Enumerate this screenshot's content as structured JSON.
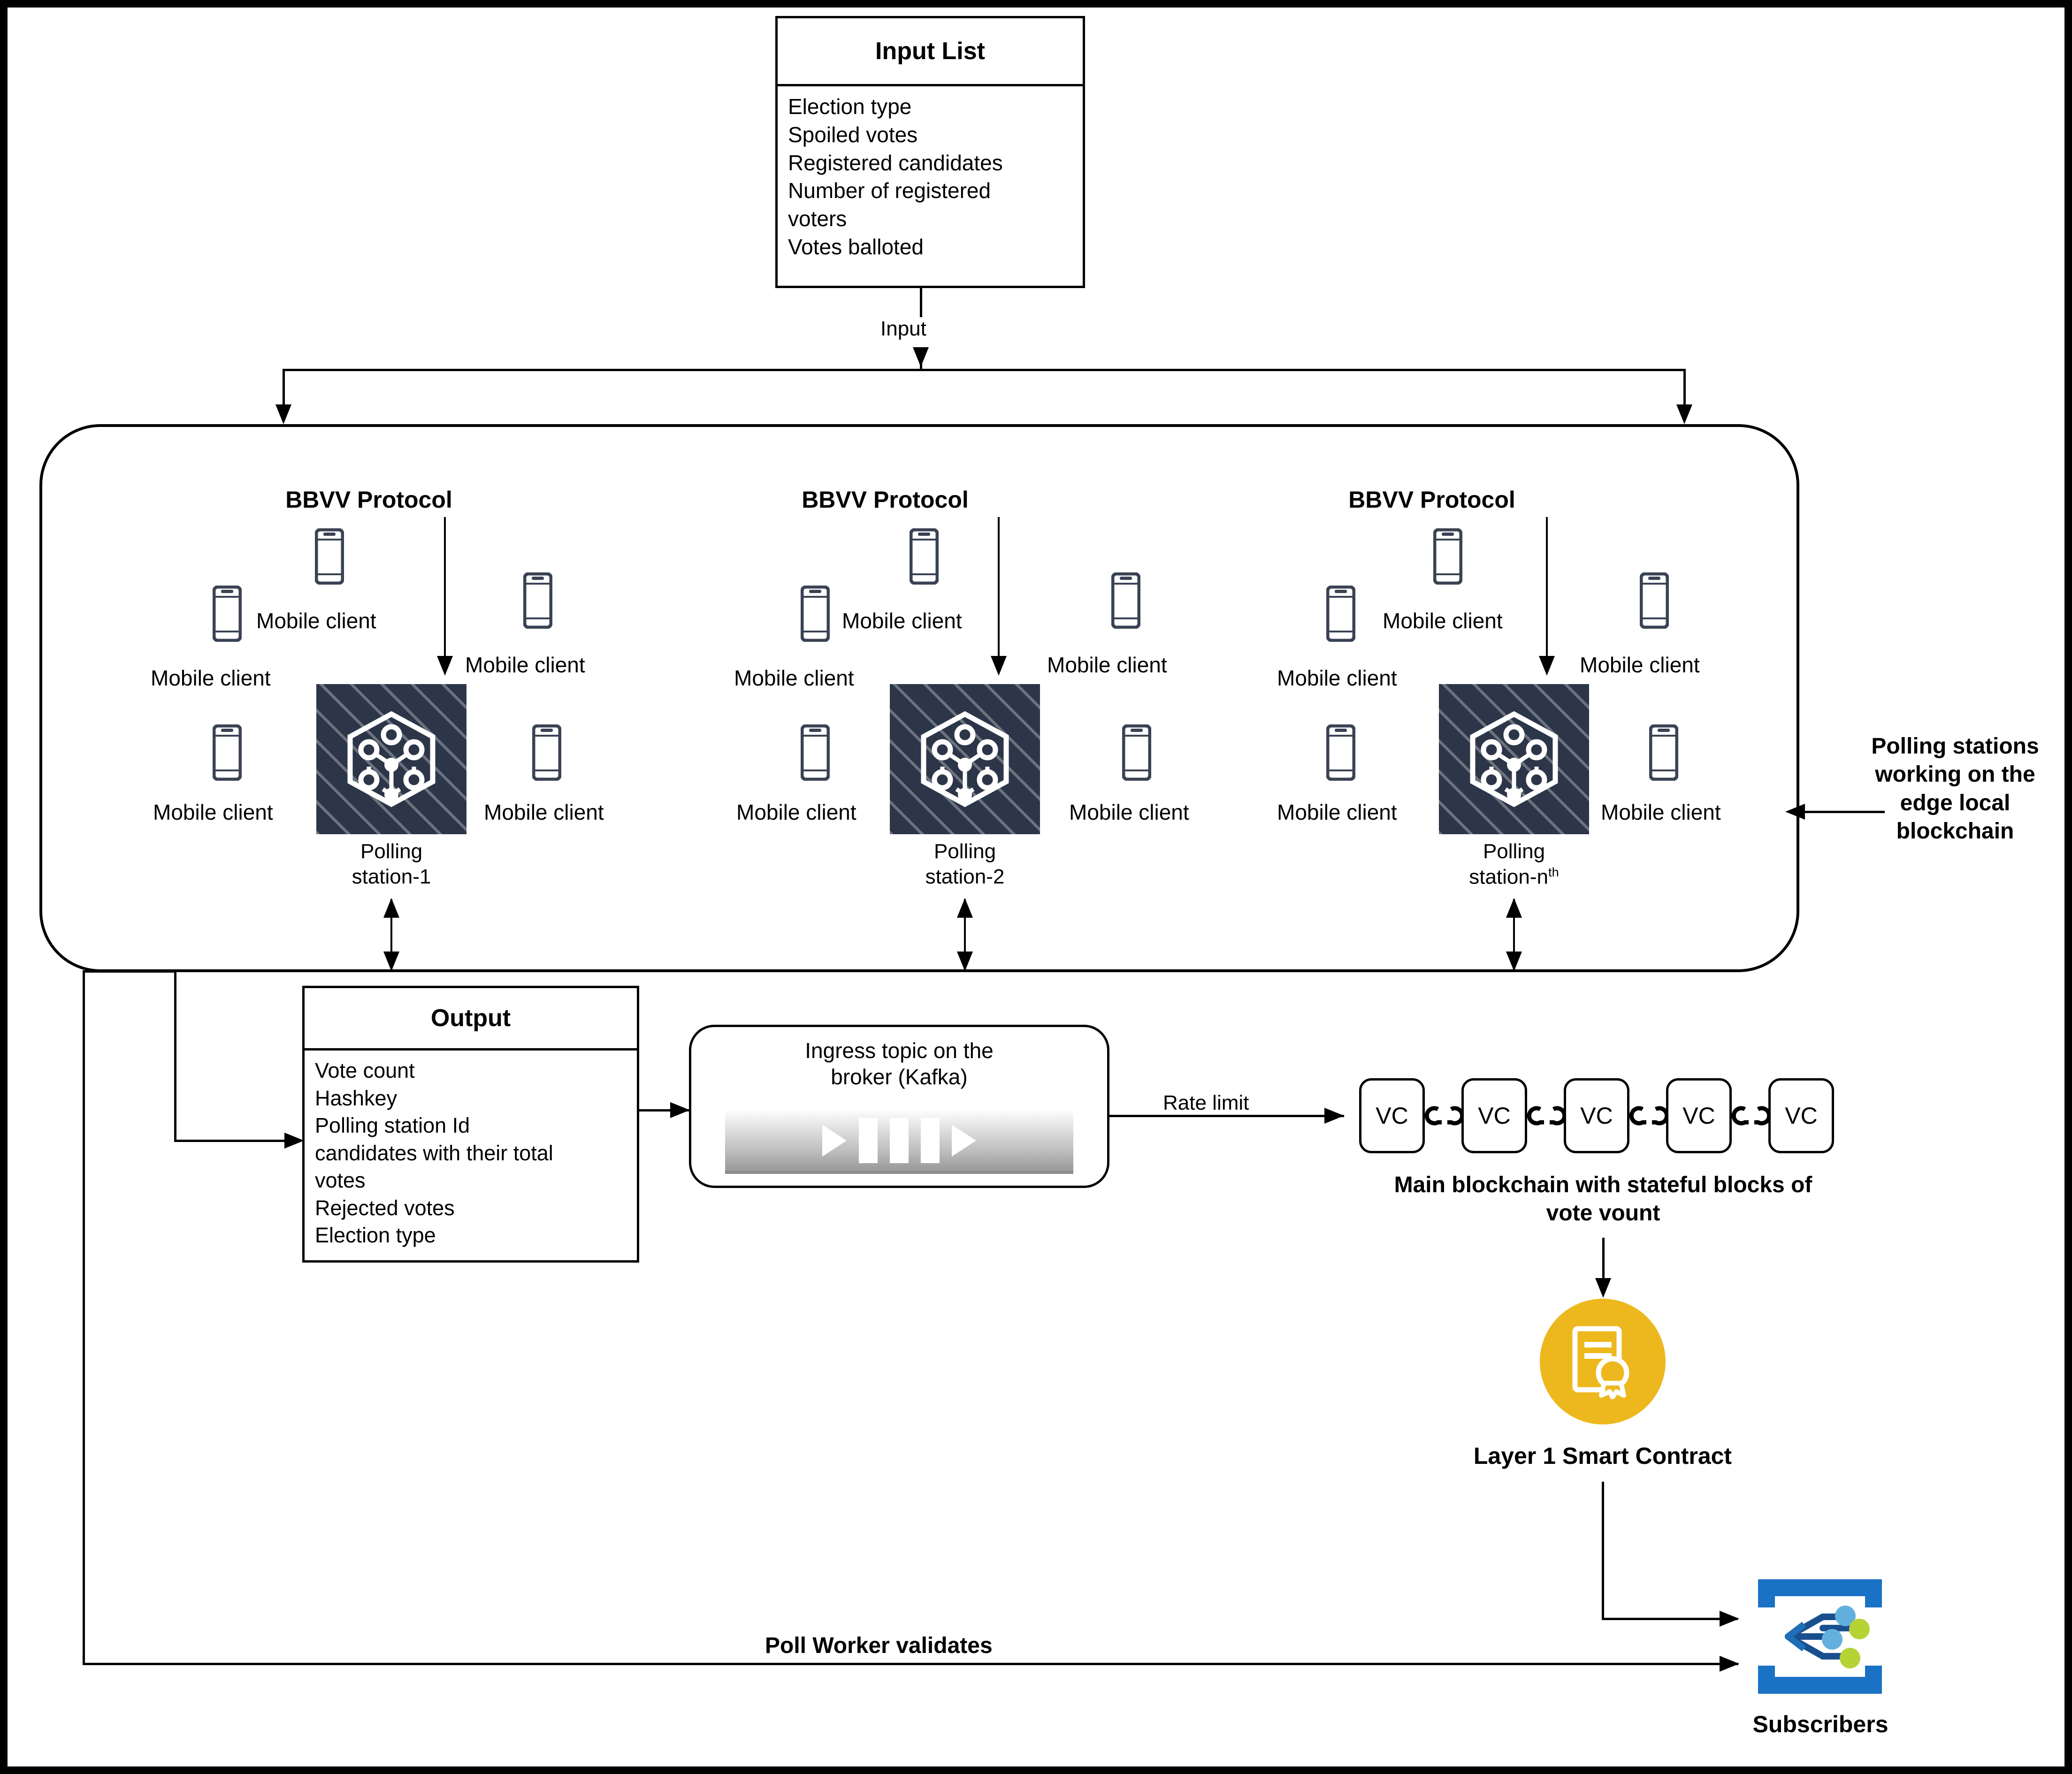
{
  "input_list": {
    "title": "Input List",
    "items": [
      "Election type",
      "Spoiled votes",
      "Registered candidates",
      "Number of registered",
      "voters",
      "Votes balloted"
    ]
  },
  "edges": {
    "input_label": "Input",
    "rate_limit_label": "Rate limit",
    "poll_worker_label": "Poll Worker validates"
  },
  "edge_container": {
    "side_note": "Polling stations working on the edge local blockchain",
    "side_note_lines": [
      "Polling stations",
      "working on the",
      "edge local",
      "blockchain"
    ]
  },
  "clusters": [
    {
      "protocol_label": "BBVV Protocol",
      "station_label_line1": "Polling",
      "station_label_line2": "station-1",
      "station_suffix": "",
      "client_label": "Mobile client",
      "client_count": 5
    },
    {
      "protocol_label": "BBVV Protocol",
      "station_label_line1": "Polling",
      "station_label_line2": "station-2",
      "station_suffix": "",
      "client_label": "Mobile client",
      "client_count": 5
    },
    {
      "protocol_label": "BBVV Protocol",
      "station_label_line1": "Polling",
      "station_label_line2": "station-n",
      "station_suffix": "th",
      "client_label": "Mobile client",
      "client_count": 5
    }
  ],
  "output_box": {
    "title": "Output",
    "items": [
      "Vote count",
      "Hashkey",
      "Polling station Id",
      "candidates with their total",
      "votes",
      "Rejected votes",
      "Election type"
    ]
  },
  "broker": {
    "title_line1": "Ingress topic on the",
    "title_line2": "broker (Kafka)"
  },
  "blockchain": {
    "block_label": "VC",
    "block_count": 5,
    "caption_line1": "Main blockchain with stateful blocks of",
    "caption_line2": "vote vount"
  },
  "smart_contract": {
    "label": "Layer 1 Smart Contract",
    "color": "#edb81d",
    "icon": "certificate-icon"
  },
  "subscribers": {
    "label": "Subscribers",
    "icon": "subscribers-network-icon",
    "frame_color": "#1a72c4",
    "node_color_blue": "#63b0de",
    "node_color_green": "#b5d334"
  },
  "colors": {
    "station_fill": "#2c3648",
    "phone_stroke": "#3a4354",
    "outline": "#000000"
  }
}
